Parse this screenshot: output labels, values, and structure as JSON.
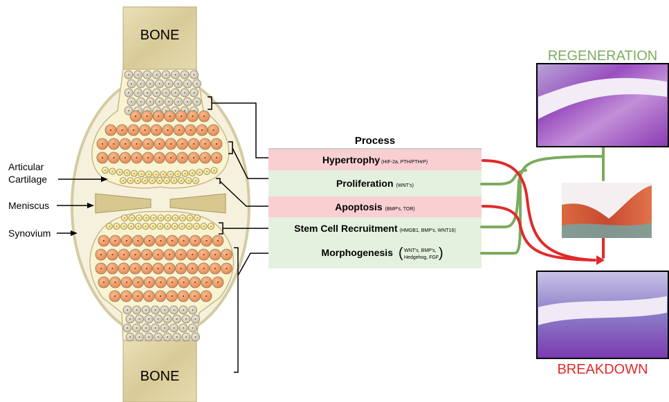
{
  "joint": {
    "bone_top_label": "BONE",
    "bone_bottom_label": "BONE",
    "label_articular_line1": "Articular",
    "label_articular_line2": "Cartilage",
    "label_meniscus": "Meniscus",
    "label_synovium": "Synovium"
  },
  "process": {
    "title": "Process",
    "rows": [
      {
        "title": "Hypertrophy",
        "sub": "(HIF-2a, PTH/PTHrP)",
        "color": "#f9cfd2"
      },
      {
        "title": "Proliferation",
        "sub": "(WNT's)",
        "color": "#e4f1df"
      },
      {
        "title": "Apoptosis",
        "sub": "(BMP's, TOR)",
        "color": "#f9cfd2"
      },
      {
        "title": "Stem Cell Recruitment",
        "sub": "(HMGB1, BMP's, WNT16)",
        "color": "#e4f1df"
      },
      {
        "title": "Morphogenesis",
        "sub_line1": "WNT's, BMP's,",
        "sub_line2": "Hedgehog, FGF",
        "color": "#e4f1df"
      }
    ]
  },
  "outcomes": {
    "regeneration": "REGENERATION",
    "breakdown": "BREAKDOWN",
    "regeneration_color": "#7cab5e",
    "breakdown_color": "#e02a2a"
  },
  "colors": {
    "bone": "#e0d3a5",
    "cartilage_bg": "#faf3d2",
    "capsule": "#f6f1dd",
    "hypertrophic_cell": "#f0a070",
    "proliferative_cell": "#f6e58a",
    "resting_cell": "#d2cbbd",
    "meniscus": "#d8c890",
    "red_arrow": "#e02a2a",
    "green_arrow": "#7cab5e"
  }
}
